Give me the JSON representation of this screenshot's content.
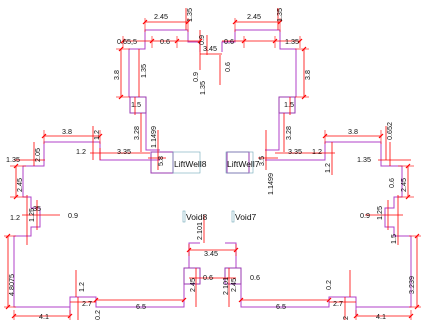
{
  "colors": {
    "wall": "#b040c8",
    "dimension": "#ff0000",
    "text": "#111111",
    "room_frame": "#6fa8b8"
  },
  "rooms": {
    "lift_left": "LiftWell8",
    "lift_right": "LiftWell7",
    "void_left": "Void8",
    "void_right": "Void7"
  },
  "dims": {
    "top_l_245": "2.45",
    "top_l_135": "1.35",
    "top_l_0651_5": "0.65,5",
    "top_l_06": "0.6",
    "top_c_09a": "0.9",
    "top_c_345": "3.45",
    "top_c_06": "0.6",
    "top_c_09b": "0.9",
    "top_c_135b": "1.35",
    "top_r_245": "2.45",
    "top_r_135": "1.35",
    "top_r_06": "0.6",
    "top_r_135b": "1.35",
    "l_38a": "3.8",
    "l_135a": "1.35",
    "r_38a": "3.8",
    "l_15": "1.5",
    "r_15": "1.5",
    "l_328": "3.28",
    "l_11499": "1.1499",
    "l_58": "5.8",
    "r_328": "3.28",
    "r_11499": "1.1499",
    "r_35": "3.5",
    "l_38b": "3.8",
    "l_12a": "1.2",
    "l_12b": "1.2",
    "l_335": "3.35",
    "r_38b": "3.8",
    "r_0652": "0.652",
    "r_12a": "1.2",
    "r_335": "3.35",
    "r_12b": "1.2",
    "l_135b": "1.35",
    "l_205": "2.05",
    "l_245": "2.45",
    "r_135b": "1.35",
    "r_06": "0.6",
    "r_245": "2.45",
    "l_12c": "1.2",
    "l_35": ".35",
    "l_09": "0.9",
    "l_125": "1.25",
    "r_09": "0.9",
    "r_125": "1.25",
    "r_15b": "1.5",
    "c_2101": "2.101",
    "c_345": "3.45",
    "c_245a": "2.45",
    "c_06a": "0.6",
    "c_2101b": "2.101",
    "c_245b": "2.45",
    "c_06b": "0.6",
    "l_48075": "4.8075",
    "l_12d": "1.2",
    "r_02": "0.2",
    "r_3239": "3.239",
    "b_l_27": "2.7",
    "b_l_65": "6.5",
    "b_l_02": "0.2",
    "b_l_41": "4.1",
    "b_r_65": "6.5",
    "b_r_27": "2.7",
    "b_r_02": "2",
    "b_r_41": "4.1"
  }
}
